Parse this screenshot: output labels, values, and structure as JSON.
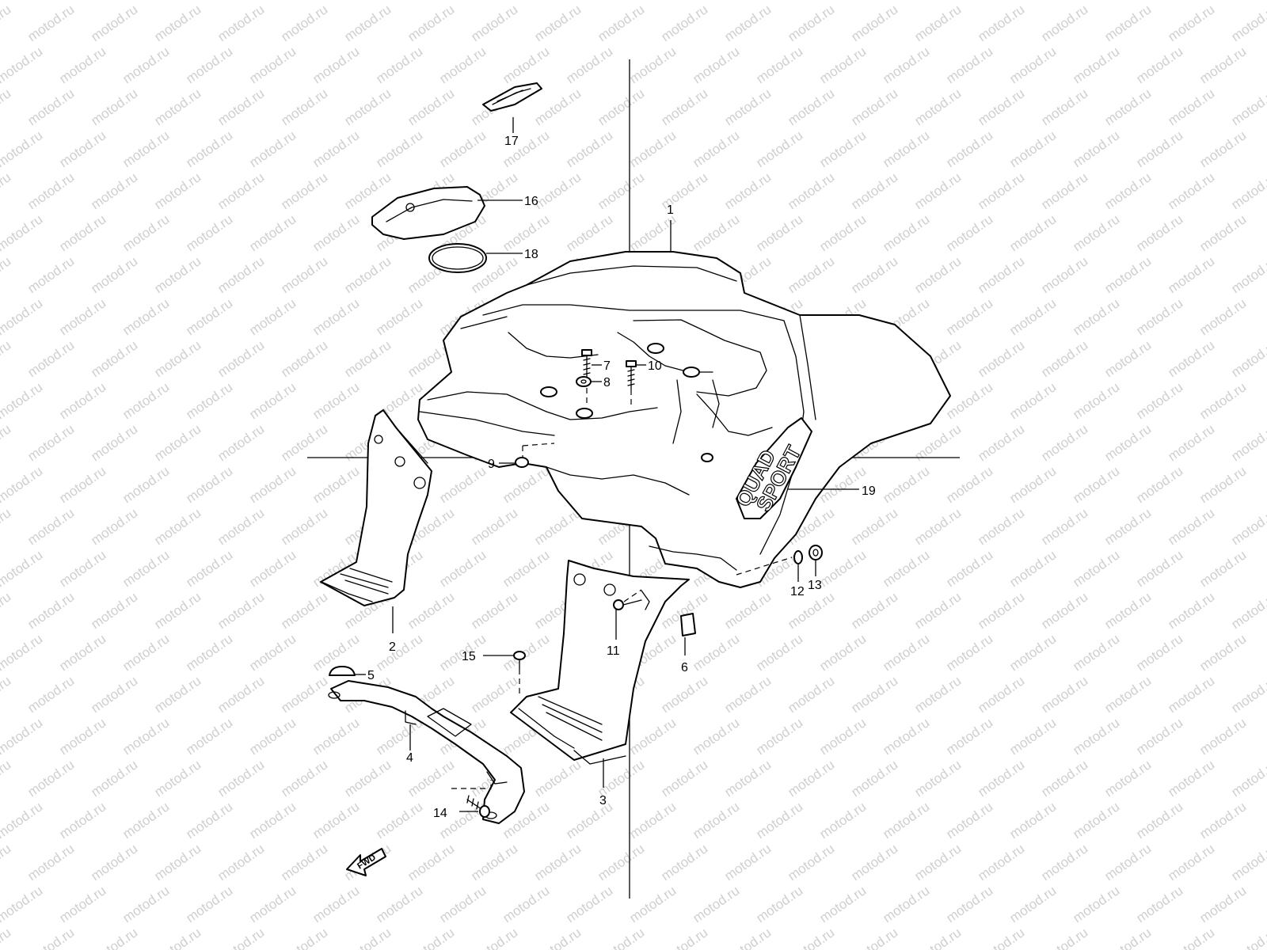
{
  "watermark": {
    "text": "motod.ru"
  },
  "callouts": [
    {
      "id": "1",
      "label": "1"
    },
    {
      "id": "2",
      "label": "2"
    },
    {
      "id": "3",
      "label": "3"
    },
    {
      "id": "4",
      "label": "4"
    },
    {
      "id": "5",
      "label": "5"
    },
    {
      "id": "6",
      "label": "6"
    },
    {
      "id": "7",
      "label": "7"
    },
    {
      "id": "8",
      "label": "8"
    },
    {
      "id": "9",
      "label": "9"
    },
    {
      "id": "10",
      "label": "10"
    },
    {
      "id": "11",
      "label": "11"
    },
    {
      "id": "12",
      "label": "12"
    },
    {
      "id": "13",
      "label": "13"
    },
    {
      "id": "14",
      "label": "14"
    },
    {
      "id": "15",
      "label": "15"
    },
    {
      "id": "16",
      "label": "16"
    },
    {
      "id": "17",
      "label": "17"
    },
    {
      "id": "18",
      "label": "18"
    },
    {
      "id": "19",
      "label": "19"
    }
  ],
  "emblem": {
    "line1": "QUAD",
    "line2": "SPORT"
  },
  "direction_arrow": {
    "text": "FWD",
    "icon": "forward-arrow-icon"
  },
  "colors": {
    "line": "#000000",
    "watermark": "#cfcfcf",
    "background": "#ffffff"
  }
}
